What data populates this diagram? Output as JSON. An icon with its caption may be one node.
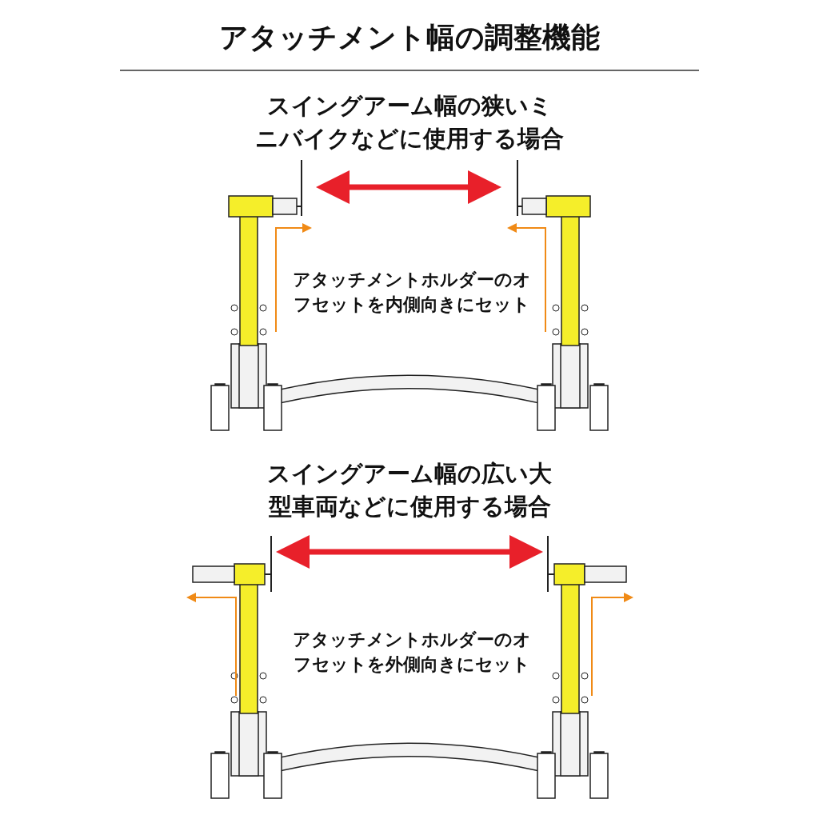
{
  "diagram": {
    "title": "アタッチメント幅の調整機能",
    "labels": [
      "スイングアーム幅の狭いミニバイクなどに使用する場合",
      "アタッチメントホルダーのオフセットを内側向きにセット",
      "スイングアーム幅の広い大型車両などに使用する場合",
      "アタッチメントホルダーのオフセットを外側向きにセット"
    ]
  }
}
